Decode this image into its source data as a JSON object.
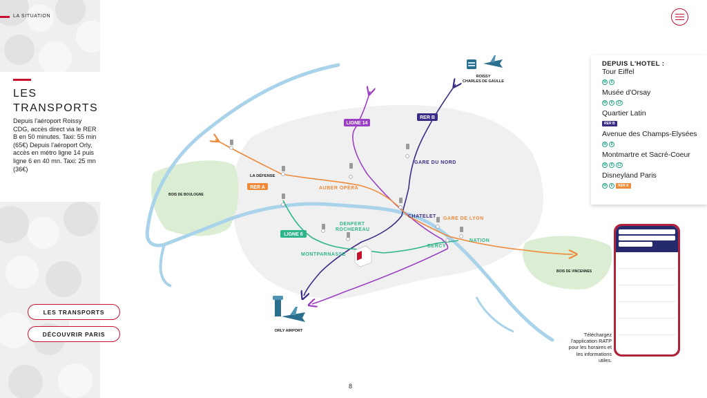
{
  "header": {
    "section_label": "LA SITUATION"
  },
  "intro": {
    "title_line1": "LES",
    "title_line2": "TRANSPORTS",
    "text": "Depuis l'aéroport Roissy CDG, accès direct via le RER B en 50 minutes. Taxi: 55 min (65€) Depuis l'aéroport Orly, accès en métro ligne 14 puis ligne 6 en 40 mn. Taxi: 25 mn (36€)"
  },
  "buttons": {
    "transports": "LES TRANSPORTS",
    "paris": "DÉCOUVRIR PARIS"
  },
  "map": {
    "places": {
      "roissy_line1": "ROISSY",
      "roissy_line2": "CHARLES DE GAULLE",
      "orly": "ORLY AIRPORT",
      "bois_boulogne": "BOIS DE BOULOGNE",
      "bois_vincennes": "BOIS DE VINCENNES"
    },
    "stations": {
      "la_defense": "LA DÉFENSE",
      "auber_opera": "AUBER OPÉRA",
      "gare_du_nord": "GARE DU NORD",
      "chatelet": "CHATELET",
      "gare_de_lyon": "GARE DE LYON",
      "nation": "NATION",
      "bercy": "BERCY",
      "denfert_line1": "DENFERT",
      "denfert_line2": "ROCHEREAU",
      "montparnasse": "MONTPARNASSE"
    },
    "lines": {
      "ligne14": {
        "label": "LIGNE 14",
        "color": "#9b3fc4"
      },
      "rerb": {
        "label": "RER B",
        "color": "#3b2a86"
      },
      "rera": {
        "label": "RER A",
        "color": "#ee8a3a"
      },
      "ligne6": {
        "label": "LIGNE 6",
        "color": "#2fb58c"
      }
    },
    "colors": {
      "seine": "#a9d3ea",
      "parks": "#dbeed3",
      "city": "#f0f0f0"
    }
  },
  "hotel": {
    "heading": "DEPUIS L'HOTEL :",
    "destinations": [
      {
        "name": "Tour Eiffel",
        "badges": [
          "M",
          "6"
        ]
      },
      {
        "name": "Musée d'Orsay",
        "badges": [
          "M",
          "6",
          "12"
        ]
      },
      {
        "name": "Quartier Latin",
        "badges": [
          "RER B"
        ]
      },
      {
        "name": "Avenue des Champs-Elysées",
        "badges": [
          "M",
          "6"
        ]
      },
      {
        "name": "Montmartre et Sacré-Coeur",
        "badges": [
          "M",
          "6",
          "12"
        ]
      },
      {
        "name": "Disneyland Paris",
        "badges": [
          "M",
          "6",
          "RER A"
        ]
      }
    ]
  },
  "app": {
    "text": "Téléchargez l'application RATP pour les horaires et les informations utiles."
  },
  "page_number": "8"
}
